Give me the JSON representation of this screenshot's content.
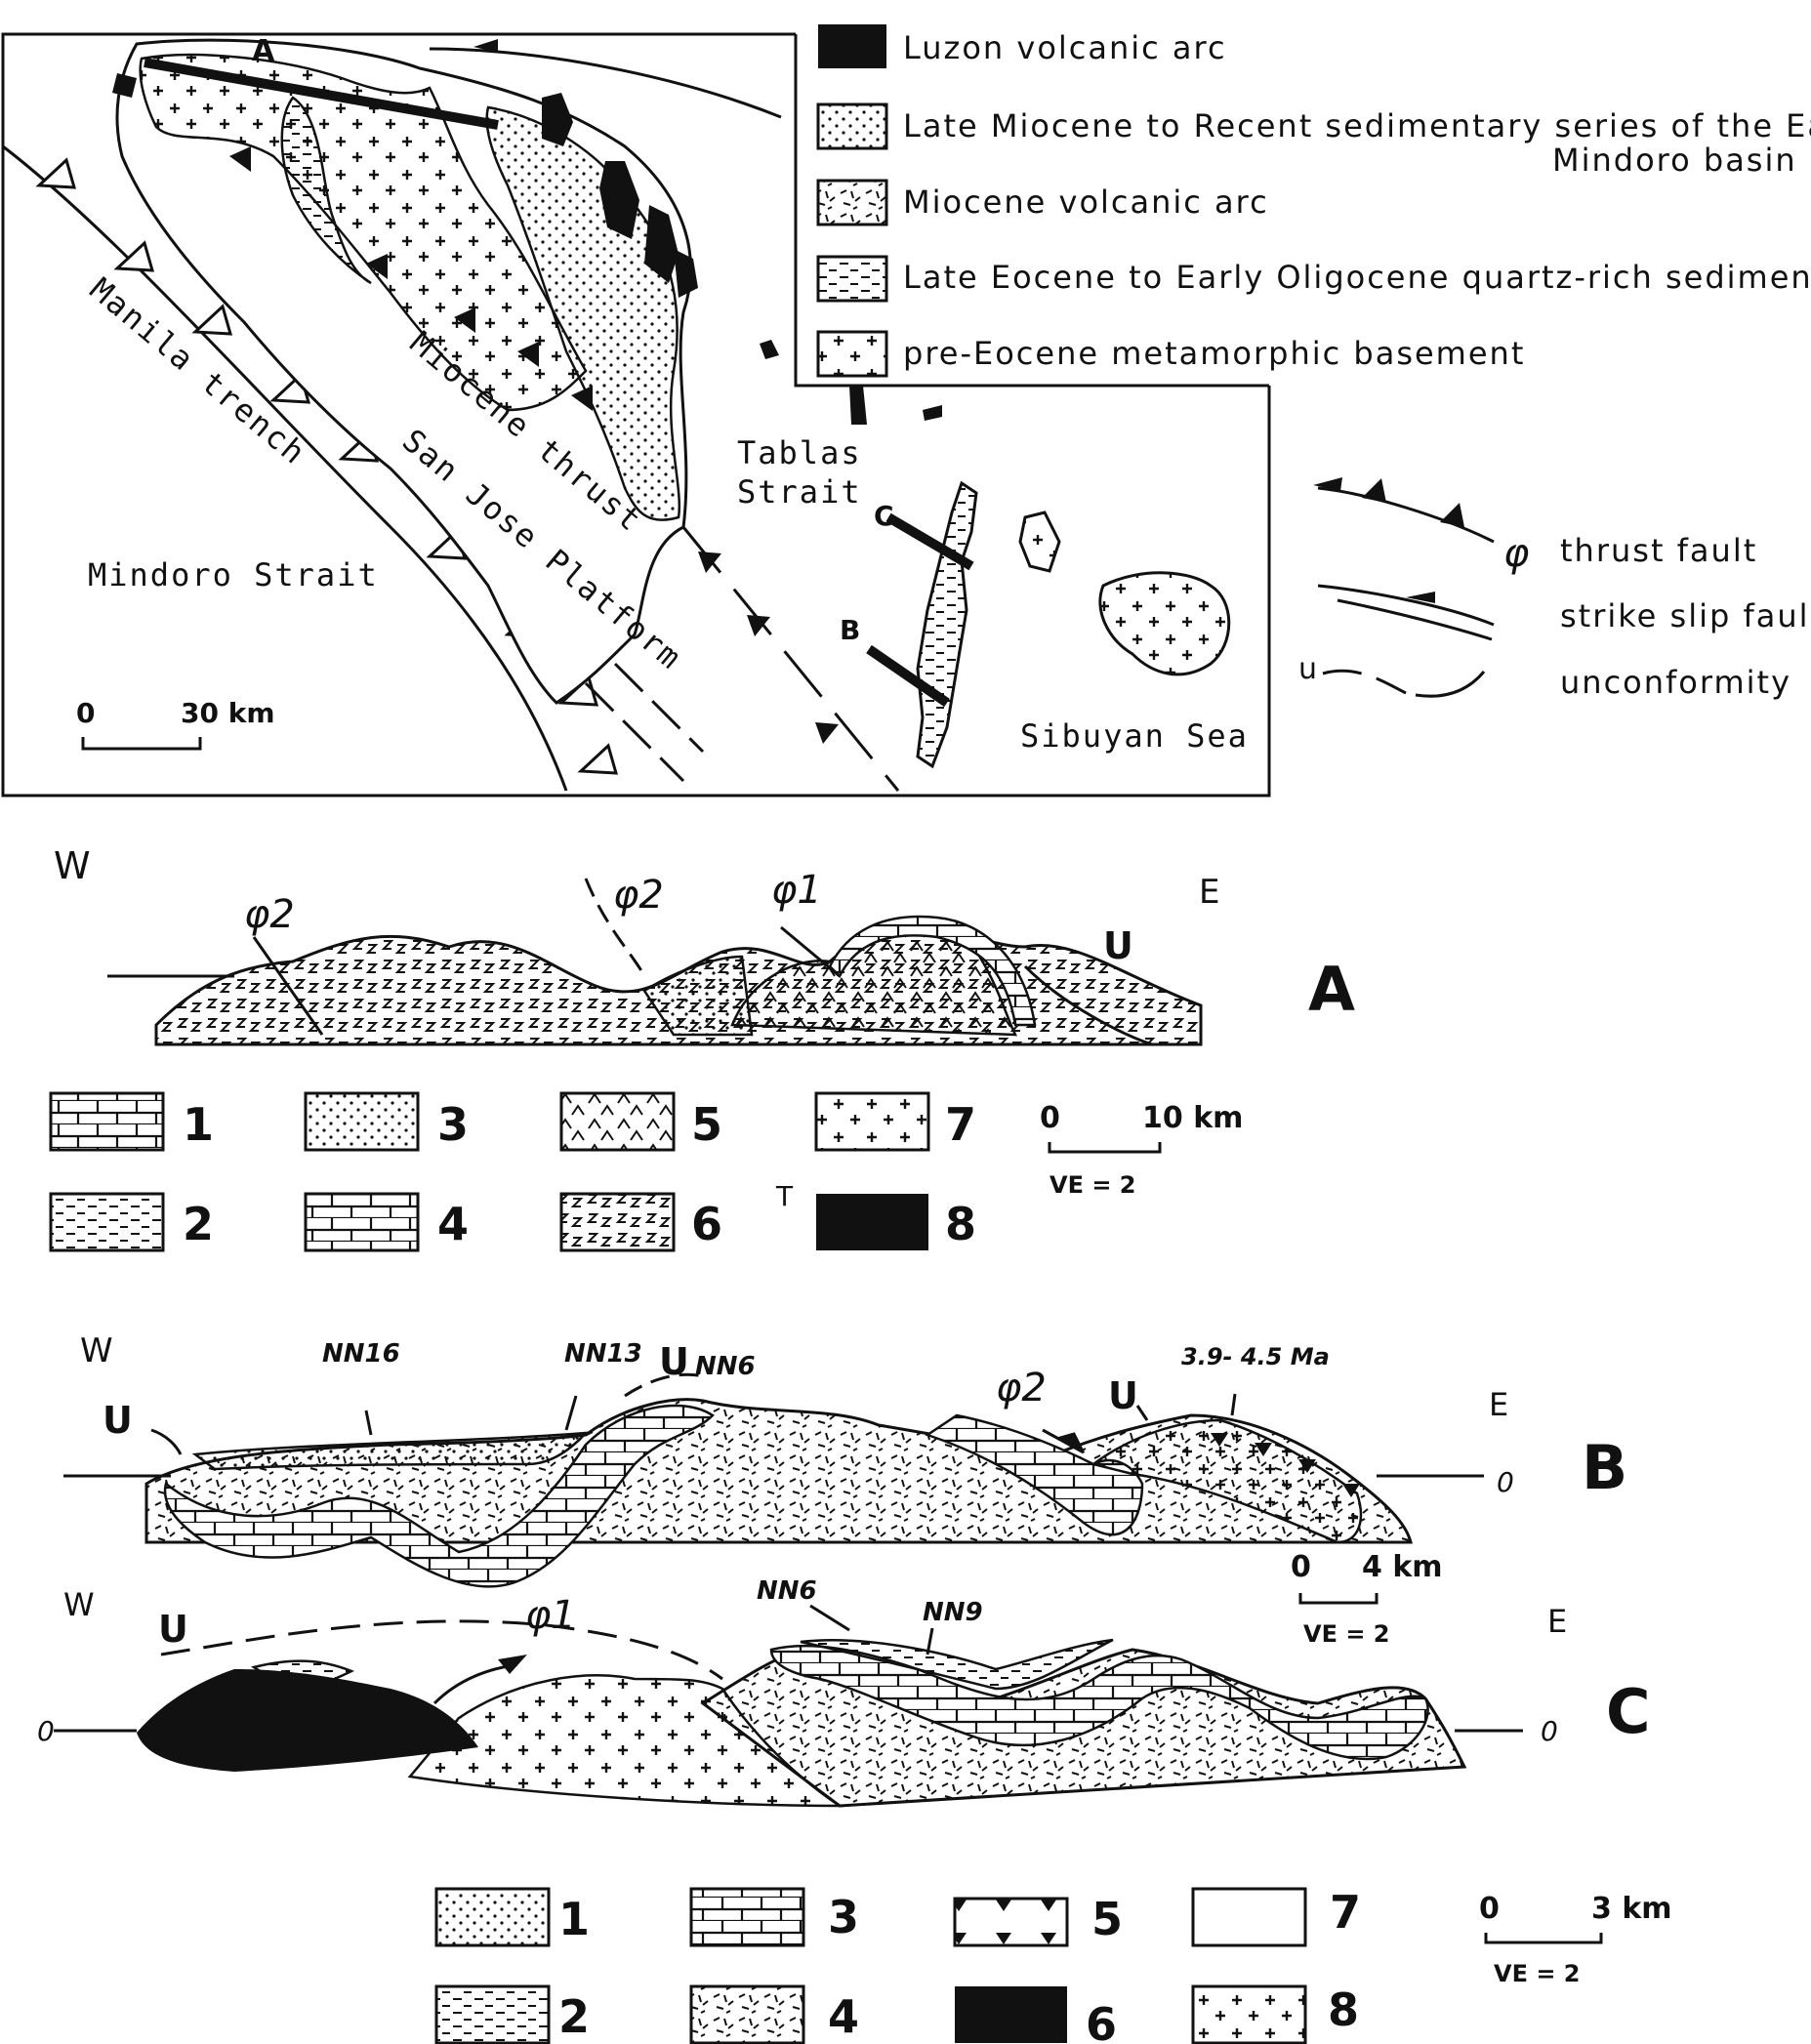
{
  "map": {
    "place_labels": {
      "manila_trench": "Manila trench",
      "miocene_thrust": "Miocene thrust",
      "san_jose_platform": "San Jose Platform",
      "mindoro_strait": "Mindoro Strait",
      "tablas_strait_1": "Tablas",
      "tablas_strait_2": "Strait",
      "sibuyan_sea": "Sibuyan Sea"
    },
    "section_labels": {
      "a": "A",
      "b": "B",
      "c": "C"
    },
    "scale": {
      "zero": "0",
      "value": "30 km"
    },
    "legend": [
      {
        "label": "Luzon volcanic arc",
        "pattern": "black"
      },
      {
        "label": "Late Miocene to Recent sedimentary series of the East",
        "label2": "Mindoro basin",
        "pattern": "dots"
      },
      {
        "label": "Miocene volcanic arc",
        "pattern": "volcanic"
      },
      {
        "label": "Late Eocene to Early Oligocene quartz-rich sedimentary r",
        "pattern": "dashes"
      },
      {
        "label": "pre-Eocene metamorphic basement",
        "pattern": "crosses"
      }
    ],
    "symbols": [
      {
        "label": "thrust fault",
        "prefix": "φ"
      },
      {
        "label": "strike slip faul"
      },
      {
        "label": "unconformity",
        "prefix": "u"
      }
    ]
  },
  "section_a": {
    "letter": "A",
    "west": "W",
    "east": "E",
    "phi2_left": "φ2",
    "phi2_mid": "φ2",
    "phi1": "φ1",
    "unconformity": "U",
    "legend": [
      "1",
      "2",
      "3",
      "4",
      "5",
      "6",
      "7",
      "8"
    ],
    "legend_t": "T",
    "scale": {
      "zero": "0",
      "value": "10 km",
      "ve": "VE = 2"
    }
  },
  "section_b": {
    "letter": "B",
    "west": "W",
    "east": "E",
    "u_left": "U",
    "u_mid": "U",
    "u_right": "U",
    "nn16": "NN16",
    "nn13": "NN13",
    "nn6": "NN6",
    "phi2": "φ2",
    "age": "3.9- 4.5 Ma",
    "zero": "0",
    "scale": {
      "zero": "0",
      "value": "4 km",
      "ve": "VE = 2"
    }
  },
  "section_c": {
    "letter": "C",
    "west": "W",
    "east": "E",
    "u_left": "U",
    "phi1": "φ1",
    "nn6": "NN6",
    "nn9": "NN9",
    "zero_left": "0",
    "zero_right": "0"
  },
  "legend_bottom": {
    "items": [
      "1",
      "2",
      "3",
      "4",
      "5",
      "6",
      "7",
      "8"
    ],
    "scale": {
      "zero": "0",
      "value": "3 km",
      "ve": "VE = 2"
    }
  }
}
